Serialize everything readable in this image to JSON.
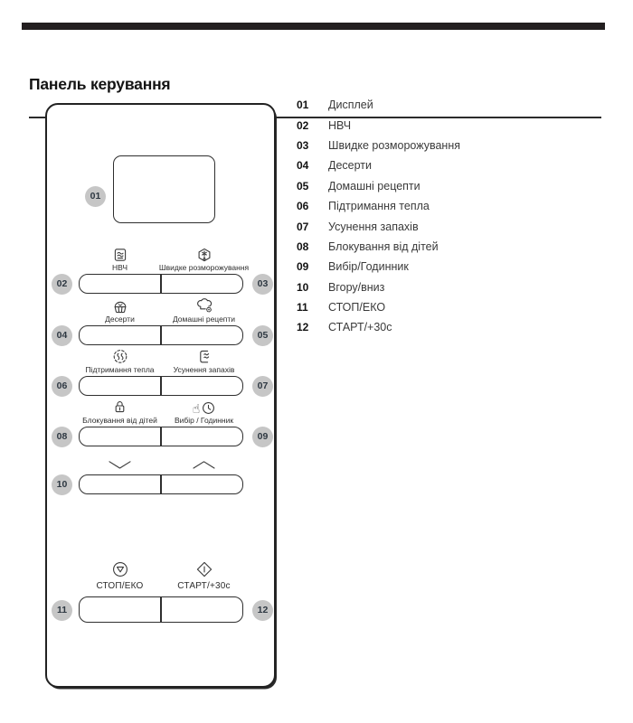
{
  "page": {
    "title": "Панель керування"
  },
  "colors": {
    "top_bar": "#231f20",
    "callout_bg": "#c6c6c6",
    "line": "#2f2f2f"
  },
  "panel": {
    "display": {
      "num": "01",
      "icon": "display-screen"
    },
    "rows": [
      {
        "left": {
          "num": "02",
          "label": "НВЧ",
          "icon": "microwave-icon"
        },
        "right": {
          "num": "03",
          "label": "Швидке розморожування",
          "icon": "quick-defrost-icon"
        }
      },
      {
        "left": {
          "num": "04",
          "label": "Десерти",
          "icon": "dessert-icon"
        },
        "right": {
          "num": "05",
          "label": "Домашні рецепти",
          "icon": "home-recipes-icon"
        }
      },
      {
        "left": {
          "num": "06",
          "label": "Підтримання тепла",
          "icon": "keep-warm-icon"
        },
        "right": {
          "num": "07",
          "label": "Усунення запахів",
          "icon": "deodorize-icon"
        }
      },
      {
        "left": {
          "num": "08",
          "label": "Блокування від дітей",
          "icon": "child-lock-icon"
        },
        "right": {
          "num": "09",
          "label": "Вибір / Годинник",
          "icon": "select-clock-icon"
        }
      },
      {
        "left": {
          "num": "10",
          "label": "",
          "icon": "chevron-down-icon"
        },
        "right": {
          "num": "",
          "label": "",
          "icon": "chevron-up-icon"
        }
      },
      {
        "left": {
          "num": "11",
          "label": "СТОП/ЕКО",
          "icon": "stop-eco-icon"
        },
        "right": {
          "num": "12",
          "label": "СТАРТ/+30с",
          "icon": "start-icon"
        }
      }
    ]
  },
  "legend": {
    "items": [
      {
        "num": "01",
        "text": "Дисплей"
      },
      {
        "num": "02",
        "text": "НВЧ"
      },
      {
        "num": "03",
        "text": "Швидке розморожування"
      },
      {
        "num": "04",
        "text": "Десерти"
      },
      {
        "num": "05",
        "text": "Домашні рецепти"
      },
      {
        "num": "06",
        "text": "Підтримання тепла"
      },
      {
        "num": "07",
        "text": "Усунення запахів"
      },
      {
        "num": "08",
        "text": "Блокування від дітей"
      },
      {
        "num": "09",
        "text": "Вибір/Годинник"
      },
      {
        "num": "10",
        "text": "Вгору/вниз"
      },
      {
        "num": "11",
        "text": "СТОП/ЕКО"
      },
      {
        "num": "12",
        "text": "СТАРТ/+30с"
      }
    ]
  }
}
